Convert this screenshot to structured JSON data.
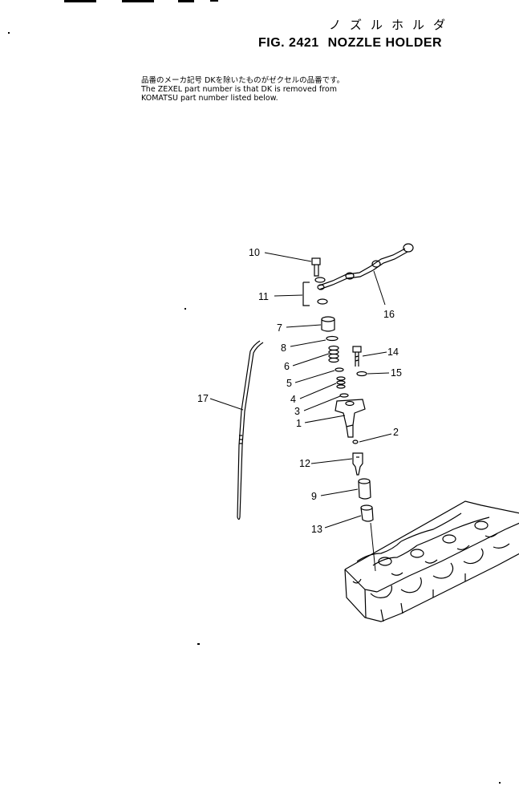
{
  "header": {
    "title_jp": "ノズルホルダ",
    "fig_number": "FIG. 2421",
    "fig_title": "NOZZLE HOLDER"
  },
  "notes": [
    "品番のメーカ記号 DKを除いたものがゼクセルの品番です。",
    "The ZEXEL part number is that DK is removed from",
    "KOMATSU part number listed below."
  ],
  "callouts": [
    "1",
    "2",
    "3",
    "4",
    "5",
    "6",
    "7",
    "8",
    "9",
    "10",
    "11",
    "12",
    "13",
    "14",
    "15",
    "16",
    "17"
  ]
}
